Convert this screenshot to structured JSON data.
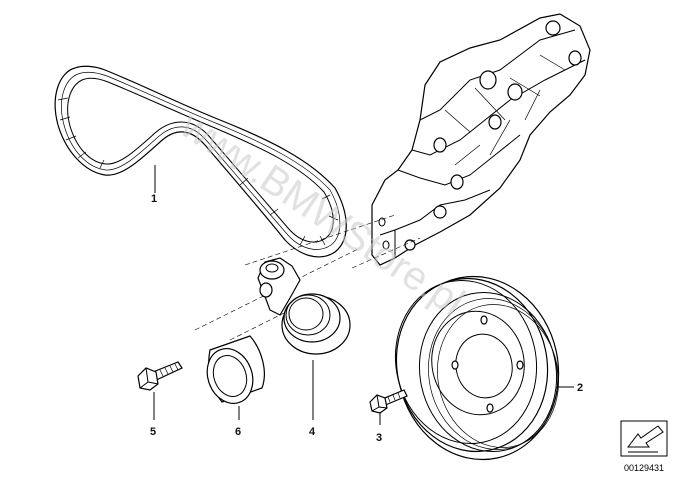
{
  "watermark": "www.BMWStore.pl",
  "reference_number": "00129431",
  "parts": [
    {
      "id": "belt",
      "label": "1"
    },
    {
      "id": "pulley",
      "label": "2"
    },
    {
      "id": "bolt-small",
      "label": "3"
    },
    {
      "id": "tensioner",
      "label": "4"
    },
    {
      "id": "bolt-tensioner",
      "label": "5"
    },
    {
      "id": "idler-roller",
      "label": "6"
    }
  ]
}
